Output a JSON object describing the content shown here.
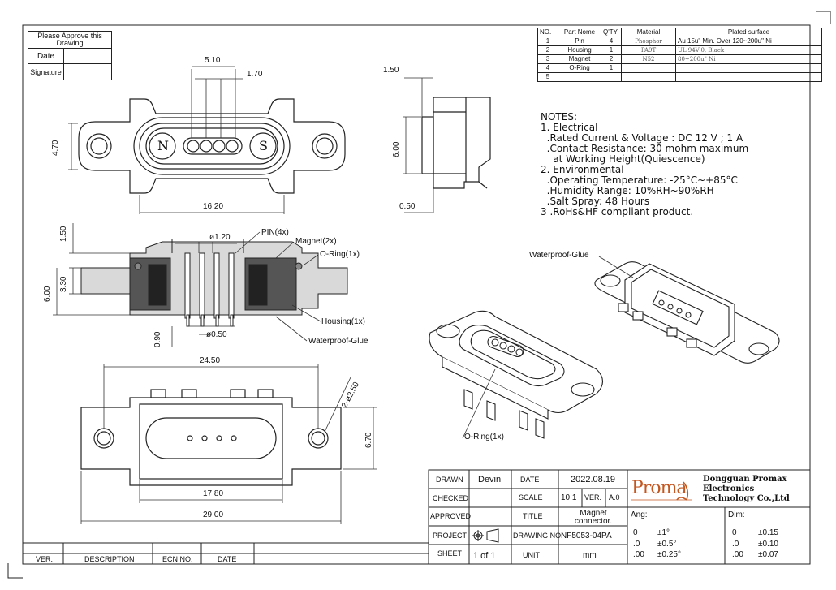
{
  "approve_box": {
    "title": "Please Approve this Drawing",
    "date_label": "Date",
    "signature_label": "Signature"
  },
  "bom": {
    "headers": [
      "NO.",
      "Part Nome",
      "Q'TY",
      "Material",
      "Plated surface"
    ],
    "rows": [
      [
        "1",
        "Pin",
        "4",
        "Phosphor",
        "Au 15u\" Min. Over 120~200u\" Ni"
      ],
      [
        "2",
        "Housing",
        "1",
        "PA9T",
        "UL 94V-0, Black"
      ],
      [
        "3",
        "Magnet",
        "2",
        "N52",
        "80~200u\" Ni"
      ],
      [
        "4",
        "O-Ring",
        "1",
        "",
        ""
      ],
      [
        "5",
        "",
        "",
        "",
        ""
      ]
    ]
  },
  "notes": {
    "title": "NOTES:",
    "lines": [
      "1. Electrical",
      "  .Rated Current & Voltage : DC 12 V ; 1 A",
      "  .Contact Resistance: 30 mohm maximum",
      "    at Working Height(Quiescence)",
      "2. Environmental",
      "  .Operating Temperature: -25°C~+85°C",
      "  .Humidity Range: 10%RH~90%RH",
      "  .Salt Spray: 48 Hours",
      "3 .RoHs&HF compliant product."
    ]
  },
  "dimensions": {
    "top_width": "5.10",
    "top_pitch": "1.70",
    "top_height": "4.70",
    "top_length": "16.20",
    "side_top": "1.50",
    "side_height": "6.00",
    "side_bottom": "0.50",
    "sec_top": "1.50",
    "sec_3_30": "3.30",
    "sec_6_00": "6.00",
    "sec_pin_dia": "ø1.20",
    "sec_090": "0.90",
    "sec_050": "ø0.50",
    "bot_width": "24.50",
    "bot_holes": "2-ø2.50",
    "bot_height": "6.70",
    "bot_1780": "17.80",
    "bot_2900": "29.00"
  },
  "callouts": {
    "pin": "PIN(4x)",
    "magnet": "Magnet(2x)",
    "oring": "O-Ring(1x)",
    "housing": "Housing(1x)",
    "glue": "Waterproof-Glue",
    "glue_iso": "Waterproof-Glue",
    "oring_iso": "O-Ring(1x)",
    "north": "N",
    "south": "S"
  },
  "title_block": {
    "drawn_label": "DRAWN",
    "drawn_value": "Devin",
    "date_label": "DATE",
    "date_value": "2022.08.19",
    "checked_label": "CHECKED",
    "scale_label": "SCALE",
    "scale_value": "10:1",
    "ver_label": "VER.",
    "ver_value": "A.0",
    "approved_label": "APPROVED",
    "title_label": "TITLE",
    "title_value": "Magnet connector.",
    "project_label": "PROJECT",
    "drawing_no_label": "DRAWING NO.",
    "drawing_no_value": "NF5053-04PA",
    "sheet_label": "SHEET",
    "sheet_value": "1 of 1",
    "unit_label": "UNIT",
    "unit_value": "mm",
    "logo_text": "Proma",
    "company": [
      "Dongguan Promax",
      "Electronics",
      "Technology Co.,Ltd"
    ],
    "ang_label": "Ang:",
    "ang_rows": [
      [
        "0",
        "±1°"
      ],
      [
        ".0",
        "±0.5°"
      ],
      [
        ".00",
        "±0.25°"
      ]
    ],
    "dim_label": "Dim:",
    "dim_rows": [
      [
        "0",
        "±0.15"
      ],
      [
        ".0",
        "±0.10"
      ],
      [
        ".00",
        "±0.07"
      ]
    ]
  },
  "revision": {
    "headers": [
      "VER.",
      "DESCRIPTION",
      "ECN NO.",
      "DATE"
    ]
  }
}
